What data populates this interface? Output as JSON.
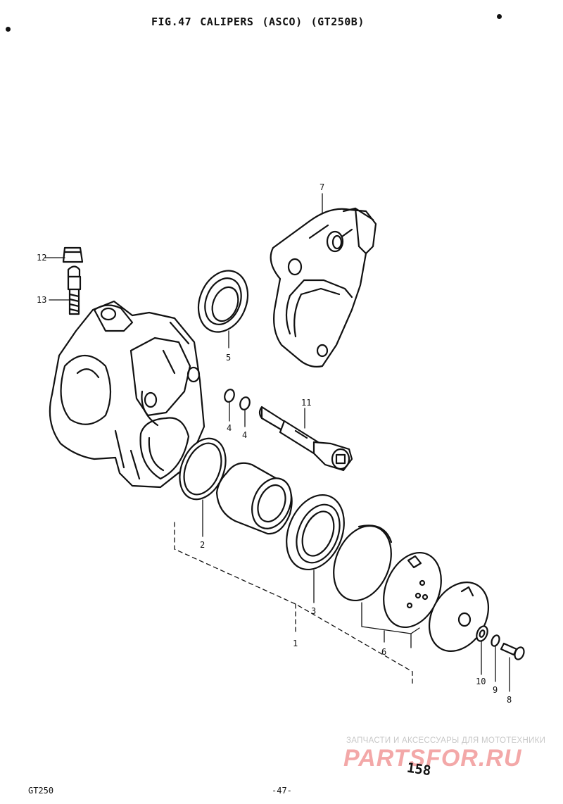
{
  "header": {
    "fig": "FIG.47",
    "name": "CALIPERS",
    "variant": "(ASCO)",
    "model_code": "(GT250B)"
  },
  "callouts": {
    "c1": "1",
    "c2": "2",
    "c3": "3",
    "c4a": "4",
    "c4b": "4",
    "c5": "5",
    "c6": "6",
    "c7": "7",
    "c8": "8",
    "c9": "9",
    "c10": "10",
    "c11": "11",
    "c12": "12",
    "c13": "13"
  },
  "footer": {
    "model": "GT250",
    "page": "-47-",
    "page_number": "158"
  },
  "watermark": {
    "tagline": "ЗАПЧАСТИ И АКСЕССУАРЫ ДЛЯ МОТОТЕХНИКИ",
    "logo": "PARTSFOR.RU"
  }
}
